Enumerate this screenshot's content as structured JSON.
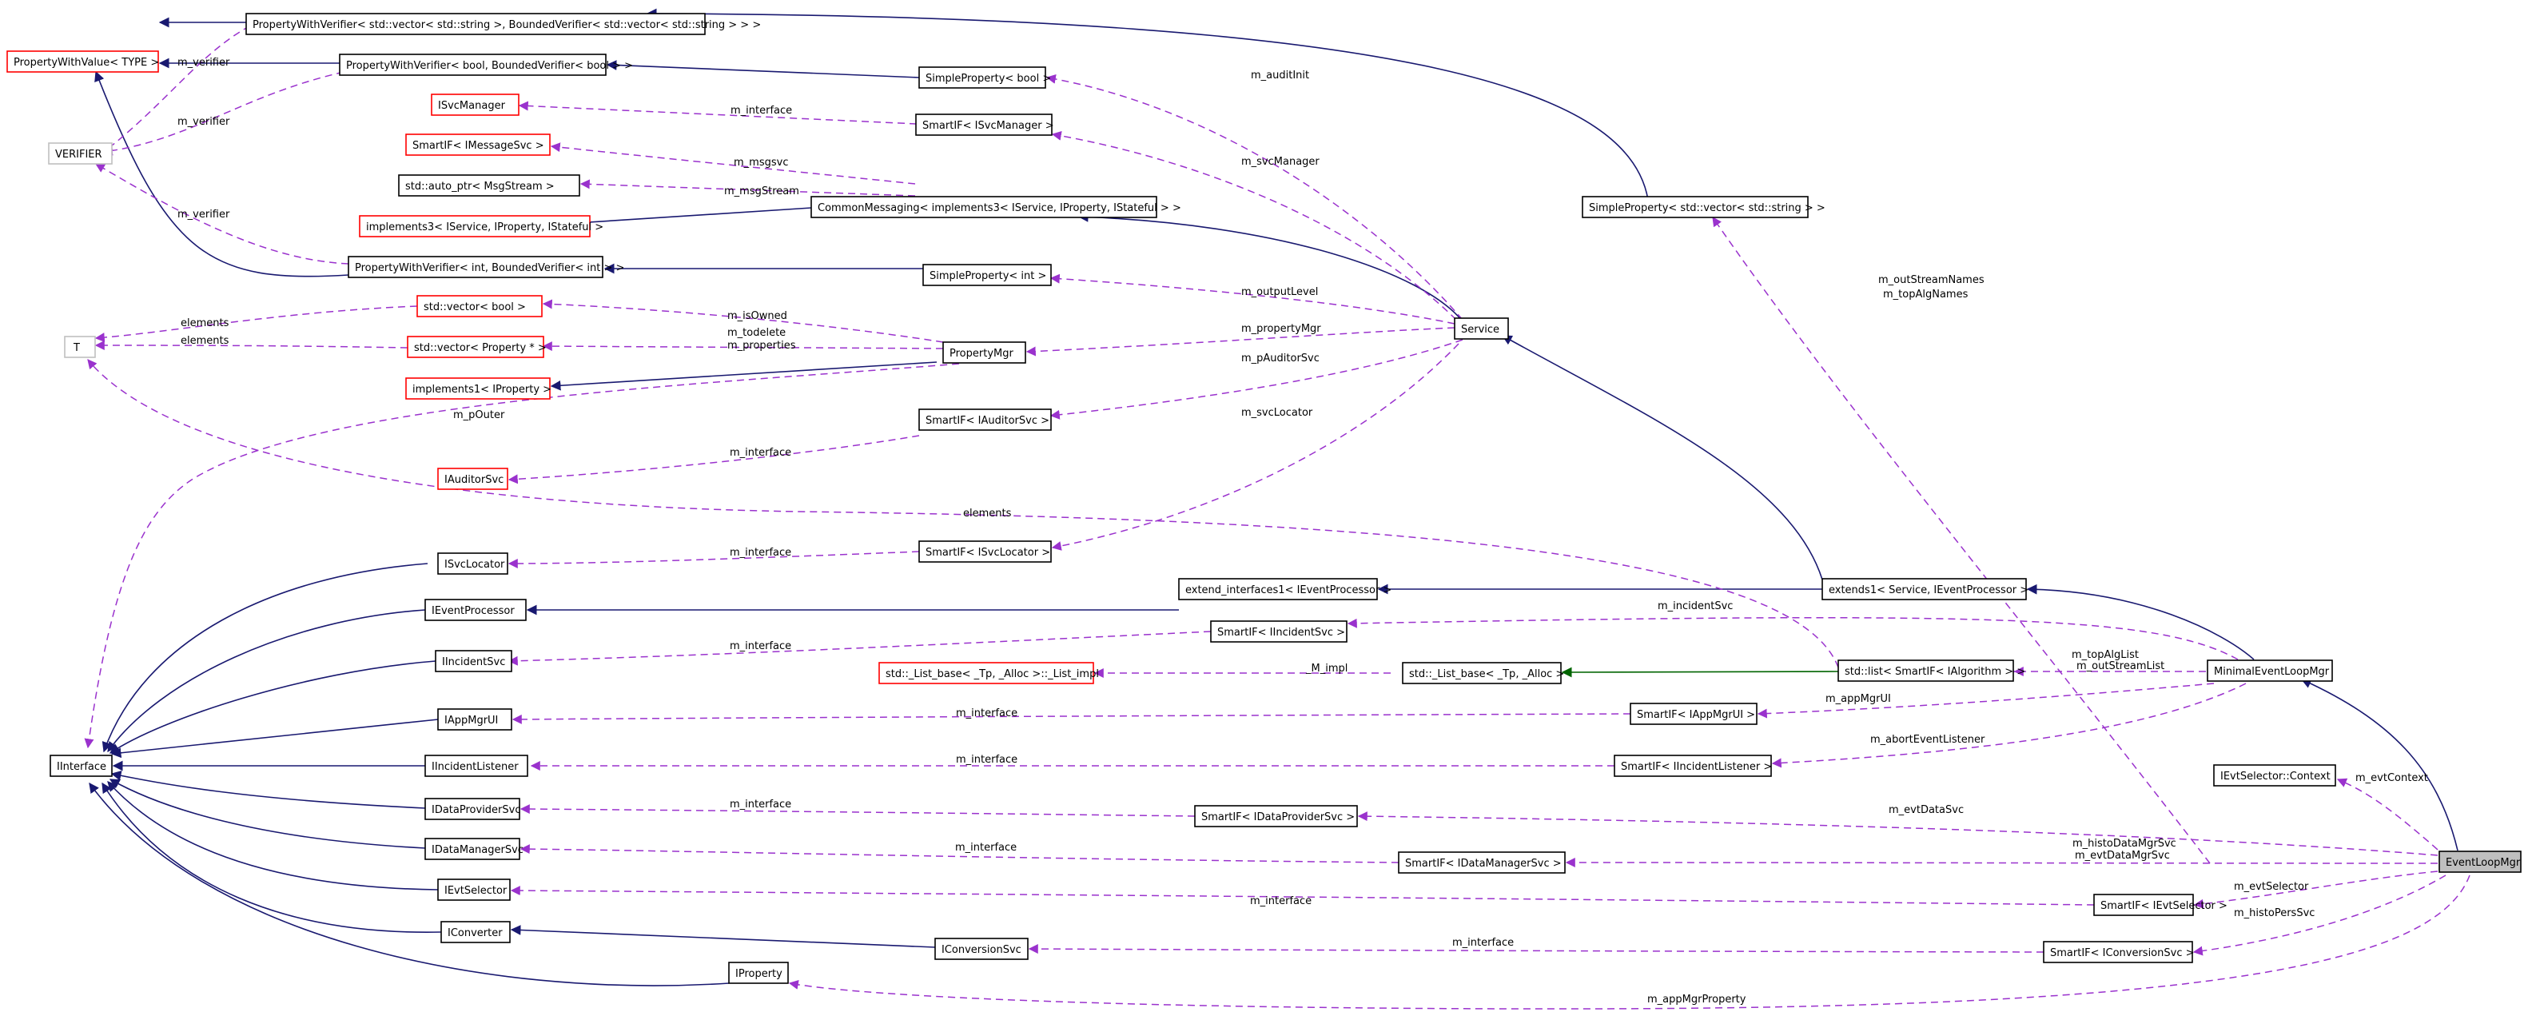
{
  "nodes": {
    "pwv_vec_string": "PropertyWithVerifier< std::vector< std::string >, BoundedVerifier< std::vector< std::string > > >",
    "pwv_type": "PropertyWithValue< TYPE >",
    "pwv_bool": "PropertyWithVerifier< bool, BoundedVerifier< bool > >",
    "simple_prop_bool": "SimpleProperty< bool >",
    "verifier": "VERIFIER",
    "isvcmanager": "ISvcManager",
    "smartif_isvcmanager": "SmartIF< ISvcManager >",
    "smartif_imessagesvc": "SmartIF< IMessageSvc >",
    "auto_ptr_msgstream": "std::auto_ptr< MsgStream >",
    "common_messaging": "CommonMessaging< implements3< IService, IProperty, IStateful > >",
    "implements3": "implements3< IService, IProperty, IStateful >",
    "simple_prop_vec_string": "SimpleProperty< std::vector< std::string > >",
    "pwv_int": "PropertyWithVerifier< int, BoundedVerifier< int > >",
    "simple_prop_int": "SimpleProperty< int >",
    "t": "T",
    "vector_bool": "std::vector< bool >",
    "vector_property": "std::vector< Property * >",
    "property_mgr": "PropertyMgr",
    "service": "Service",
    "implements1": "implements1< IProperty >",
    "smartif_iauditorsvc": "SmartIF< IAuditorSvc >",
    "iauditorsvc": "IAuditorSvc",
    "isvclocator": "ISvcLocator",
    "smartif_isvclocator": "SmartIF< ISvcLocator >",
    "extend_interfaces1": "extend_interfaces1< IEventProcessor >",
    "extends1": "extends1< Service, IEventProcessor >",
    "ieventprocessor": "IEventProcessor",
    "smartif_iincidentsvc": "SmartIF< IIncidentSvc >",
    "iincidentsvc": "IIncidentSvc",
    "list_impl": "std::_List_base< _Tp, _Alloc >::_List_impl",
    "list_base": "std::_List_base< _Tp, _Alloc >",
    "std_list_algorithm": "std::list< SmartIF< IAlgorithm > >",
    "minimal_event_loop_mgr": "MinimalEventLoopMgr",
    "iappmgrui": "IAppMgrUI",
    "smartif_iappmgrui": "SmartIF< IAppMgrUI >",
    "iinterface": "IInterface",
    "iincidentlistener": "IIncidentListener",
    "smartif_iincidentlistener": "SmartIF< IIncidentListener >",
    "ievtselector_context": "IEvtSelector::Context",
    "idataprovidersvc": "IDataProviderSvc",
    "smartif_idataprovidersvc": "SmartIF< IDataProviderSvc >",
    "idatamanagersvc": "IDataManagerSvc",
    "smartif_idatamanagersvc": "SmartIF< IDataManagerSvc >",
    "event_loop_mgr": "EventLoopMgr",
    "ievtselector": "IEvtSelector",
    "smartif_ievtselector": "SmartIF< IEvtSelector >",
    "iconverter": "IConverter",
    "iconversionsvc": "IConversionSvc",
    "smartif_iconversionsvc": "SmartIF< IConversionSvc >",
    "iproperty": "IProperty"
  },
  "edge_labels": {
    "m_verifier_1": "m_verifier",
    "m_verifier_2": "m_verifier",
    "m_verifier_3": "m_verifier",
    "m_auditinit": "m_auditInit",
    "m_interface_svcmgr": "m_interface",
    "m_svcmanager": "m_svcManager",
    "m_msgsvc": "m_msgsvc",
    "m_msgstream": "m_msgStream",
    "m_outstreamnames": "m_outStreamNames",
    "m_topalgnames": "m_topAlgNames",
    "m_outputlevel": "m_outputLevel",
    "elements_1": "elements",
    "elements_2": "elements",
    "m_isowned": "m_isOwned",
    "m_todelete": "m_todelete",
    "m_properties": "m_properties",
    "m_propertymgr": "m_propertyMgr",
    "m_pauditorsvc": "m_pAuditorSvc",
    "m_pouter": "m_pOuter",
    "m_svclocator": "m_svcLocator",
    "m_interface_auditor": "m_interface",
    "elements_3": "elements",
    "m_interface_svcloc": "m_interface",
    "m_incidentsvc": "m_incidentSvc",
    "m_interface_incident": "m_interface",
    "m_toplalglist": "m_topAlgList",
    "m_outstreamlist": "m_outStreamList",
    "m_impl": "_M_impl",
    "m_appmgrui": "m_appMgrUI",
    "m_interface_appmgr": "m_interface",
    "m_aborteventlistener": "m_abortEventListener",
    "m_interface_listener": "m_interface",
    "m_evtcontext": "m_evtContext",
    "m_evtdatasvc": "m_evtDataSvc",
    "m_interface_dataprov": "m_interface",
    "m_histodatamgrsvc": "m_histoDataMgrSvc",
    "m_evtdatamgrsvc": "m_evtDataMgrSvc",
    "m_interface_datamgr": "m_interface",
    "m_evtselector": "m_evtSelector",
    "m_interface_evtsel": "m_interface",
    "m_histopersvc": "m_histoPersSvc",
    "m_interface_conv": "m_interface",
    "m_appmgrproperty": "m_appMgrProperty"
  },
  "colors": {
    "inheritance": "#191970",
    "template": "#006400",
    "usage": "#9a32cd",
    "undocumented_border": "#ff0000",
    "external_border": "#bfbfbf",
    "focus_fill": "#bfbfbf"
  }
}
